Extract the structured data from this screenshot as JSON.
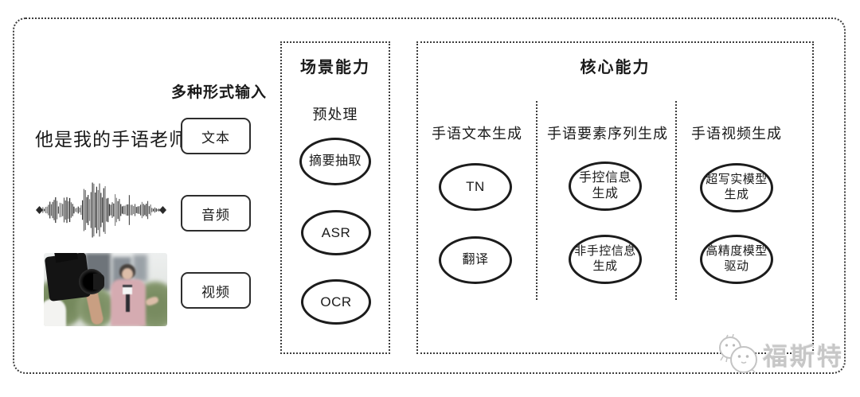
{
  "input_section": {
    "label": "多种形式输入",
    "text_example": "他是我的手语老师",
    "inputs": [
      {
        "label": "文本"
      },
      {
        "label": "音频"
      },
      {
        "label": "视频"
      }
    ]
  },
  "scene_section": {
    "title": "场景能力",
    "subtitle": "预处理",
    "nodes": [
      "摘要抽取",
      "ASR",
      "OCR"
    ]
  },
  "core_section": {
    "title": "核心能力",
    "columns": [
      {
        "header": "手语文本生成",
        "nodes": [
          "TN",
          "翻译"
        ]
      },
      {
        "header": "手语要素序列生成",
        "nodes": [
          "手控信息\n生成",
          "非手控信息\n生成"
        ]
      },
      {
        "header": "手语视频生成",
        "nodes": [
          "超写实模型\n生成",
          "高精度模型\n驱动"
        ]
      }
    ]
  },
  "watermark": {
    "text": "福斯特"
  },
  "colors": {
    "ink": "#1a1a1a",
    "border_dotted": "#3c3c3c",
    "watermark_gray": "#c7c7c7",
    "background": "#ffffff"
  },
  "icons": {
    "waveform": "audio-waveform-icon",
    "photo": "video-frame-thumbnail",
    "logo": "chick-faces-logo-icon"
  }
}
